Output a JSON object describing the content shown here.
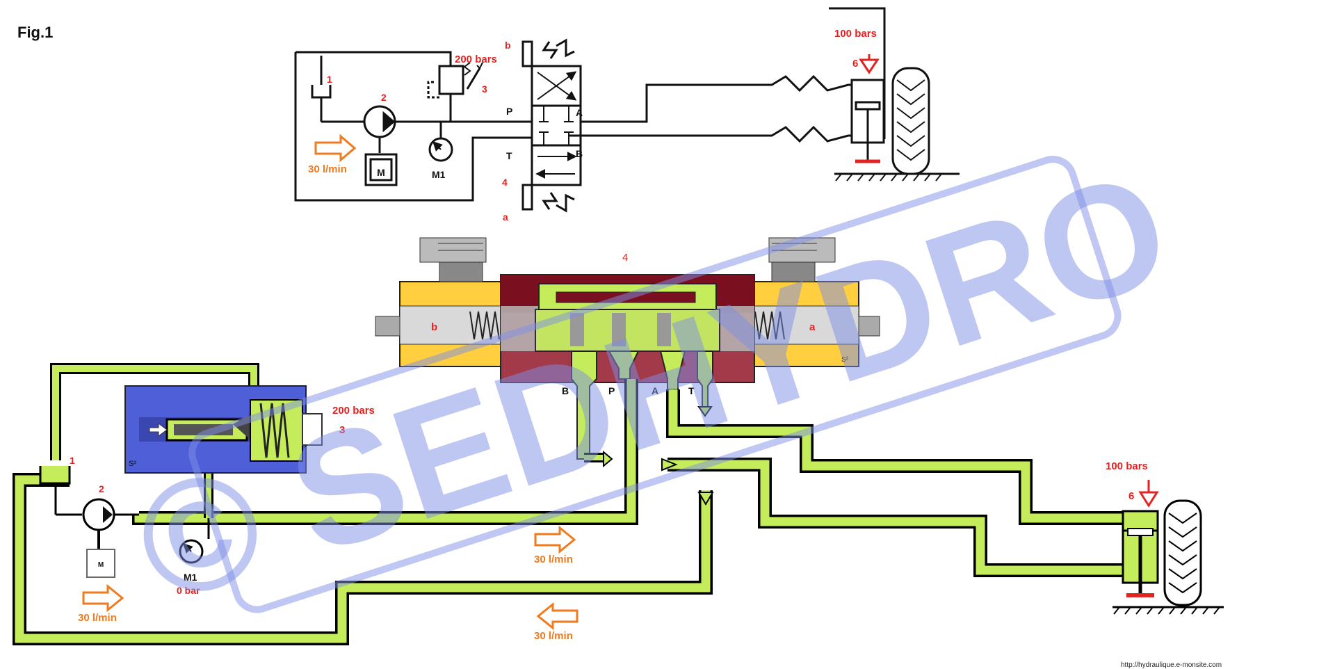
{
  "figure": {
    "title": "Fig.1"
  },
  "schematic": {
    "tank_label": "1",
    "pump_label": "2",
    "relief_label": "3",
    "relief_pressure": "200 bars",
    "valve_label": "4",
    "port_p": "P",
    "port_t": "T",
    "port_a": "A",
    "port_b": "B",
    "solenoid_a": "a",
    "solenoid_b": "b",
    "gauge_label": "M1",
    "motor_symbol": "M",
    "flow": "30 l/min",
    "cylinder_label": "6",
    "cylinder_pressure": "100 bars"
  },
  "cutaway": {
    "valve_label": "4",
    "solenoid_b": "b",
    "solenoid_a": "a",
    "s2_mark": "S²",
    "port_b": "B",
    "port_p": "P",
    "port_a": "A",
    "port_t": "T",
    "tank_label": "1",
    "pump_label": "2",
    "motor_symbol": "M",
    "gauge_label": "M1",
    "gauge_value": "0 bar",
    "relief_label": "3",
    "relief_pressure": "200 bars",
    "relief_s2": "S²",
    "flow_pump": "30 l/min",
    "flow_pressure_line": "30 l/min",
    "flow_return_line": "30 l/min",
    "cylinder_label": "6",
    "cylinder_pressure": "100 bars"
  },
  "watermark": "© SEDHYDRO",
  "source_url": "http://hydraulique.e-monsite.com",
  "colors": {
    "oil": "#c5ec5a",
    "oil_border": "#000000",
    "valve_body": "#a33a4a",
    "valve_top": "#7a0f1f",
    "solenoid_housing": "#ffcf3f",
    "relief_body": "#4f5fd8",
    "label_red": "#e52222",
    "label_orange": "#f07a1e",
    "watermark": "#7f8fe6"
  }
}
